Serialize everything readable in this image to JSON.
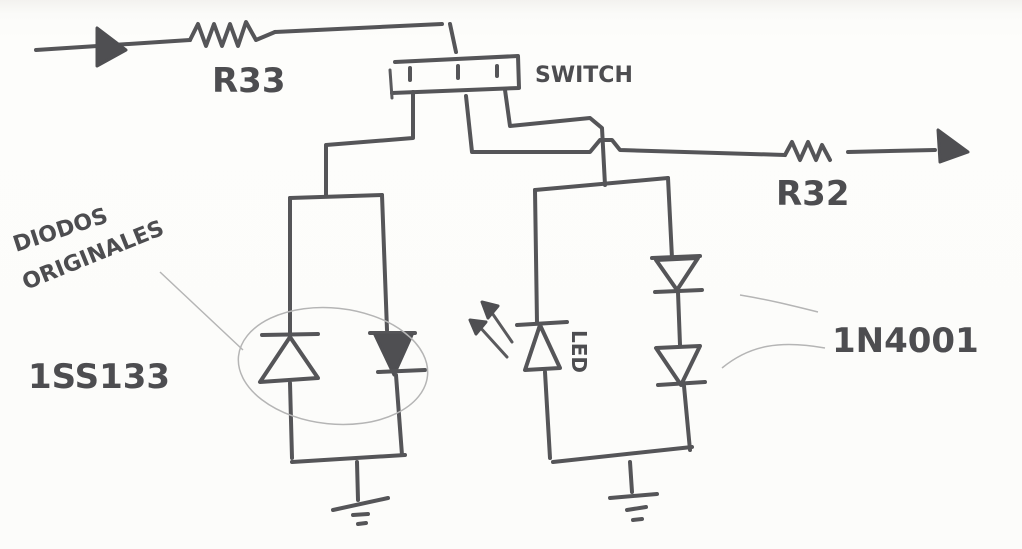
{
  "diagram": {
    "type": "hand-drawn circuit schematic",
    "ink_color": "#555558",
    "paper_color": "#fdfdfb",
    "components": {
      "input_arrow": {
        "direction": "right"
      },
      "r33": {
        "label": "R33",
        "kind": "resistor"
      },
      "switch": {
        "label": "SWITCH",
        "kind": "3-pin slide switch",
        "pins": 3
      },
      "r32": {
        "label": "R32",
        "kind": "resistor"
      },
      "output_arrow": {
        "direction": "right"
      },
      "left_branch": {
        "annotation_title_line1": "DIODOS",
        "annotation_title_line2": "ORIGINALES",
        "part_label": "1SS133",
        "diodes": [
          {
            "orientation": "anode-down (pointing up)"
          },
          {
            "orientation": "anode-up (pointing down)"
          }
        ],
        "ground": true
      },
      "right_branch": {
        "led": {
          "label": "LED",
          "orientation": "pointing up",
          "light_arrows": 2
        },
        "series_diodes": {
          "label": "1N4001",
          "count": 2,
          "orientation": "pointing down"
        },
        "ground": true
      }
    }
  }
}
